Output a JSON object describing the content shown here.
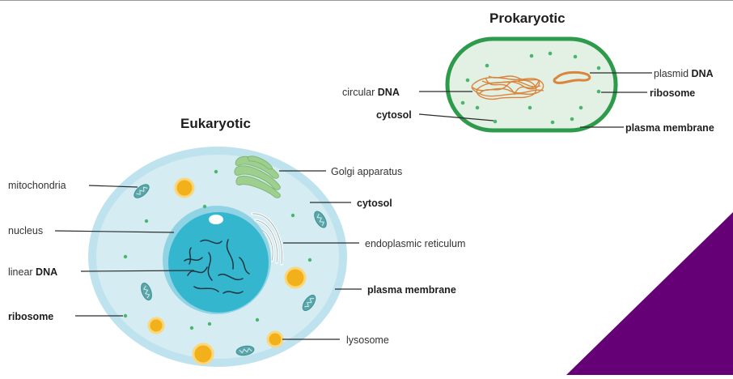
{
  "prokaryotic": {
    "title": "Prokaryotic",
    "labels": {
      "plasmid_prefix": "plasmid ",
      "plasmid_suffix": "DNA",
      "ribosome": "ribosome",
      "plasma_membrane": "plasma membrane",
      "circular_prefix": "circular ",
      "circular_suffix": "DNA",
      "cytosol": "cytosol"
    }
  },
  "eukaryotic": {
    "title": "Eukaryotic",
    "labels": {
      "mitochondria": "mitochondria",
      "nucleus": "nucleus",
      "linear_prefix": "linear ",
      "linear_suffix": "DNA",
      "ribosome": "ribosome",
      "golgi": "Golgi apparatus",
      "cytosol": "cytosol",
      "er": "endoplasmic reticulum",
      "plasma_membrane": "plasma membrane",
      "lysosome": "lysosome"
    }
  },
  "colors": {
    "prok_membrane": "#2e9a4c",
    "prok_cytosol": "#e3f0e4",
    "dna": "#d9853b",
    "ribosome": "#4ab56f",
    "euk_membrane": "#bfe3ee",
    "euk_cytoplasm": "#d4ecf2",
    "nucleus": "#34b6cf",
    "golgi": "#9fcf8f",
    "lysosome": "#f2b01b",
    "mitochondria": "#5aa6a8",
    "corner_accent": "#660077"
  }
}
